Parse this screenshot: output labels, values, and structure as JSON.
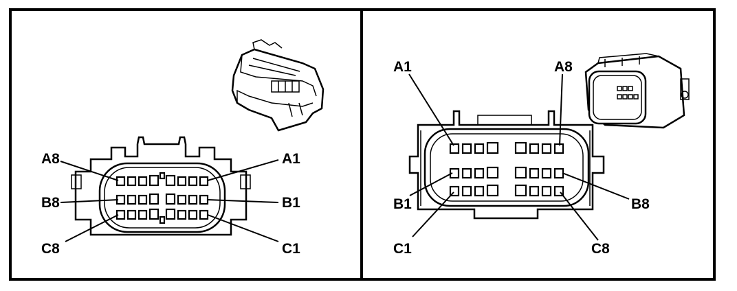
{
  "left_view": {
    "labels": {
      "a8": "A8",
      "a1": "A1",
      "b8": "B8",
      "b1": "B1",
      "c8": "C8",
      "c1": "C1"
    },
    "thumbnail_icon": "connector-side-view-icon"
  },
  "right_view": {
    "labels": {
      "a1": "A1",
      "a8": "A8",
      "b1": "B1",
      "b8": "B8",
      "c1": "C1",
      "c8": "C8"
    },
    "thumbnail_icon": "connector-iso-view-icon"
  }
}
